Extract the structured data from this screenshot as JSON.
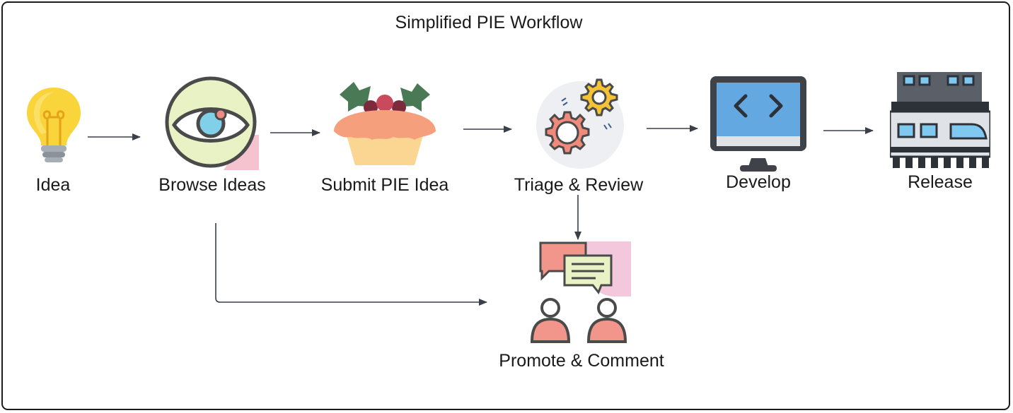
{
  "diagram": {
    "title": "Simplified PIE Workflow",
    "steps": [
      {
        "id": "idea",
        "label": "Idea",
        "icon": "lightbulb-icon"
      },
      {
        "id": "browse",
        "label": "Browse Ideas",
        "icon": "eye-icon"
      },
      {
        "id": "submit",
        "label": "Submit PIE Idea",
        "icon": "pie-icon"
      },
      {
        "id": "triage",
        "label": "Triage & Review",
        "icon": "gears-icon"
      },
      {
        "id": "develop",
        "label": "Develop",
        "icon": "monitor-code-icon"
      },
      {
        "id": "release",
        "label": "Release",
        "icon": "train-station-icon"
      },
      {
        "id": "promote",
        "label": "Promote & Comment",
        "icon": "people-chat-icon"
      }
    ],
    "edges": [
      {
        "from": "idea",
        "to": "browse"
      },
      {
        "from": "browse",
        "to": "submit"
      },
      {
        "from": "submit",
        "to": "triage"
      },
      {
        "from": "triage",
        "to": "develop"
      },
      {
        "from": "develop",
        "to": "release"
      },
      {
        "from": "triage",
        "to": "promote"
      },
      {
        "from": "browse",
        "to": "promote"
      }
    ]
  }
}
